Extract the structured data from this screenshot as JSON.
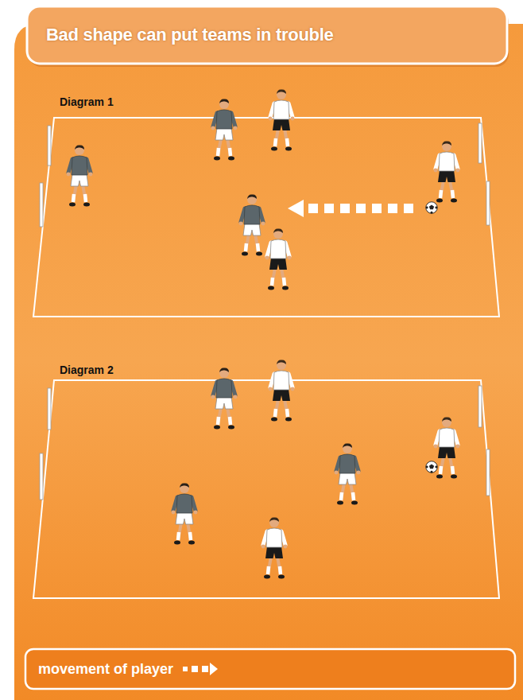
{
  "diagram": {
    "title": "Bad shape can put teams in trouble",
    "labels": [
      "Diagram 1",
      "Diagram 2"
    ],
    "legend": [
      {
        "text": "movement of player"
      }
    ]
  }
}
